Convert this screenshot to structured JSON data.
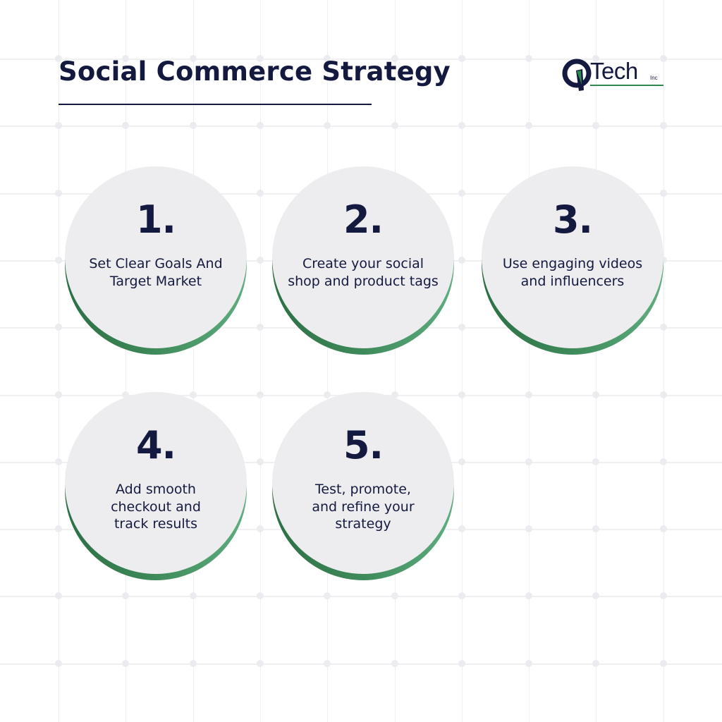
{
  "header": {
    "title": "Social Commerce Strategy"
  },
  "logo": {
    "mark": "Q",
    "text": "Tech",
    "suffix": "Inc",
    "colors": {
      "navy": "#141a3f",
      "green": "#2e8a4f"
    }
  },
  "steps": [
    {
      "number": "1.",
      "label": "Set Clear Goals And Target Market"
    },
    {
      "number": "2.",
      "label": "Create your social shop and product tags"
    },
    {
      "number": "3.",
      "label": "Use engaging videos and influencers"
    },
    {
      "number": "4.",
      "label": "Add smooth checkout and track results"
    },
    {
      "number": "5.",
      "label": "Test, promote, and refine your strategy"
    }
  ],
  "colors": {
    "text": "#141a3f",
    "circle_fill": "#ededf0",
    "accent_dark": "#2c6f44",
    "accent_light": "#5fae80",
    "grid": "#eeeff2"
  }
}
